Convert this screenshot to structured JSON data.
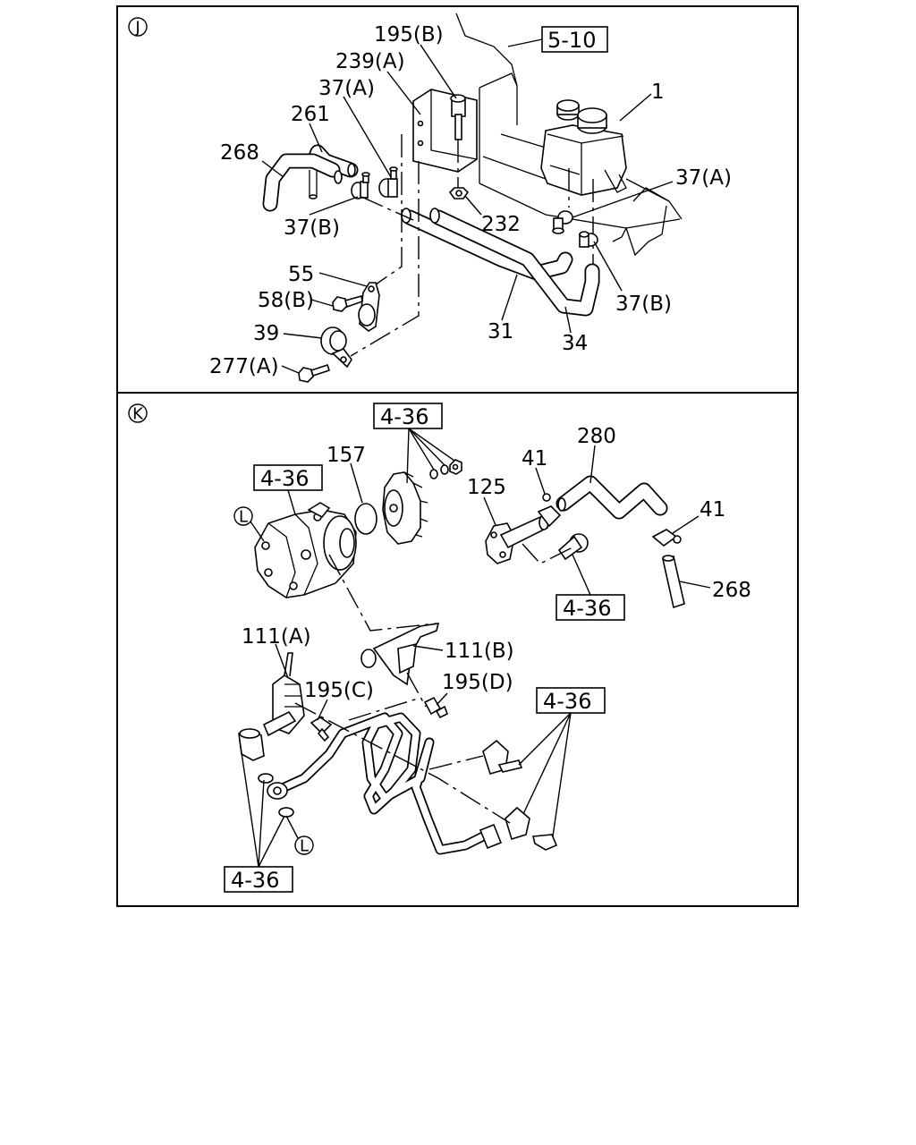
{
  "panels": [
    {
      "id": "J",
      "marker": "J",
      "labels": {
        "p195b": "195(B)",
        "p239a": "239(A)",
        "p37a_top": "37(A)",
        "p261": "261",
        "p268": "268",
        "p37b_left": "37(B)",
        "p232": "232",
        "p1": "1",
        "p37a_right": "37(A)",
        "p37b_right": "37(B)",
        "p55": "55",
        "p58b": "58(B)",
        "p39": "39",
        "p277a": "277(A)",
        "p31": "31",
        "p34": "34"
      },
      "refs": {
        "ref_5_10": "5-10"
      }
    },
    {
      "id": "K",
      "marker": "K",
      "labels": {
        "p157": "157",
        "p125": "125",
        "p41_top": "41",
        "p280": "280",
        "p41_right": "41",
        "p268": "268",
        "p111a": "111(A)",
        "p111b": "111(B)",
        "p195c": "195(C)",
        "p195d": "195(D)"
      },
      "refs": {
        "ref_gear": "4-36",
        "ref_pump": "4-36",
        "ref_union": "4-36",
        "ref_clamps": "4-36",
        "ref_bolts": "4-36"
      },
      "callouts": {
        "l_pump": "L",
        "l_washer": "L"
      }
    }
  ]
}
